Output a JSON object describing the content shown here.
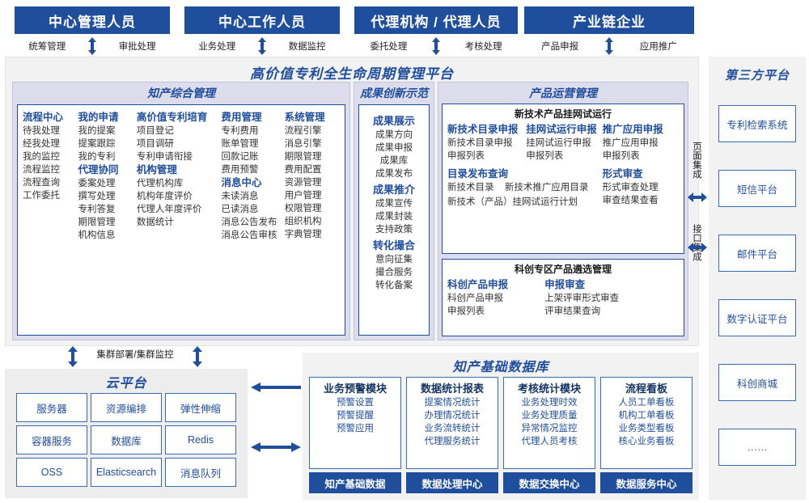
{
  "roles": [
    {
      "title": "中心管理人员",
      "left_action": "统筹管理",
      "right_action": "审批处理"
    },
    {
      "title": "中心工作人员",
      "left_action": "业务处理",
      "right_action": "数据监控"
    },
    {
      "title": "代理机构 / 代理人员",
      "left_action": "委托处理",
      "right_action": "考核处理"
    },
    {
      "title": "产业链企业",
      "left_action": "产品申报",
      "right_action": "应用推广"
    }
  ],
  "platform": {
    "title": "高价值专利全生命周期管理平台",
    "integration": {
      "page": "页面集成",
      "api": "接口集成"
    },
    "sections": {
      "comprehensive": {
        "title": "知产综合管理",
        "columns": [
          {
            "groups": [
              {
                "head": "流程中心",
                "items": [
                  "待我处理",
                  "经我处理",
                  "我的监控",
                  "流程监控",
                  "流程查询",
                  "工作委托"
                ]
              }
            ]
          },
          {
            "groups": [
              {
                "head": "我的申请",
                "items": [
                  "我的提案",
                  "提案跟踪",
                  "我的专利"
                ]
              },
              {
                "head": "代理协同",
                "items": [
                  "委案处理",
                  "撰写处理",
                  "专利答复",
                  "期限管理",
                  "机构信息"
                ]
              }
            ]
          },
          {
            "groups": [
              {
                "head": "高价值专利培育",
                "items": [
                  "项目登记",
                  "项目调研",
                  "专利申请衔接"
                ]
              },
              {
                "head": "机构管理",
                "items": [
                  "代理机构库",
                  "机构年度评价",
                  "代理人年度评价",
                  "数据统计"
                ]
              }
            ]
          },
          {
            "groups": [
              {
                "head": "费用管理",
                "items": [
                  "专利费用",
                  "账单管理",
                  "回款记账",
                  "费用预警"
                ]
              },
              {
                "head": "消息中心",
                "items": [
                  "未读消息",
                  "已读消息",
                  "消息公告发布",
                  "消息公告审核"
                ]
              }
            ]
          },
          {
            "groups": [
              {
                "head": "系统管理",
                "items": [
                  "流程引擎",
                  "消息引擎",
                  "期限管理",
                  "费用配置",
                  "资源管理",
                  "用户管理",
                  "权限管理",
                  "组织机构",
                  "字典管理"
                ]
              }
            ]
          }
        ]
      },
      "achievement": {
        "title": "成果创新示范",
        "groups": [
          {
            "head": "成果展示",
            "items": [
              "成果方向",
              "成果申报",
              "成果库",
              "成果发布"
            ]
          },
          {
            "head": "成果推介",
            "items": [
              "成果宣传",
              "成果封装",
              "支持政策"
            ]
          },
          {
            "head": "转化撮合",
            "items": [
              "意向征集",
              "撮合服务",
              "转化备案"
            ]
          }
        ]
      },
      "product": {
        "title": "产品运营管理",
        "box1": {
          "title": "新技术产品挂网试运行",
          "row1": [
            {
              "head": "新技术目录申报",
              "items": [
                "新技术目录申报",
                "申报列表"
              ]
            },
            {
              "head": "挂网试运行申报",
              "items": [
                "挂网试运行申报",
                "申报列表"
              ]
            },
            {
              "head": "推广应用申报",
              "items": [
                "推广应用申报",
                "申报列表"
              ]
            }
          ],
          "row2_left": {
            "head": "目录发布查询",
            "items": [
              "新技术目录",
              "新技术推广应用目录",
              "新技术（产品）挂网试运行计划"
            ]
          },
          "row2_right": {
            "head": "形式审查",
            "items": [
              "形式审查处理",
              "审查结果查看"
            ]
          }
        },
        "box2": {
          "title": "科创专区产品遴选管理",
          "groups": [
            {
              "head": "科创产品申报",
              "items": [
                "科创产品申报",
                "申报列表"
              ]
            },
            {
              "head": "申报审查",
              "items": [
                "上架评审形式审查",
                "评审结果查询"
              ]
            }
          ]
        }
      }
    }
  },
  "third_party": {
    "title": "第三方平台",
    "items": [
      "专利检索系统",
      "短信平台",
      "邮件平台",
      "数字认证平台",
      "科创商城",
      "……"
    ]
  },
  "cloud": {
    "cluster_label": "集群部署/集群监控",
    "title": "云平台",
    "cells": [
      "服务器",
      "资源编排",
      "弹性伸缩",
      "容器服务",
      "数据库",
      "Redis",
      "OSS",
      "Elasticsearch",
      "消息队列"
    ]
  },
  "knowledge_db": {
    "title": "知产基础数据库",
    "columns": [
      {
        "head": "业务预警模块",
        "items": [
          "预警设置",
          "预警提醒",
          "预警应用"
        ],
        "foot": "知产基础数据"
      },
      {
        "head": "数据统计报表",
        "items": [
          "提案情况统计",
          "办理情况统计",
          "业务流转统计",
          "代理服务统计"
        ],
        "foot": "数据处理中心"
      },
      {
        "head": "考核统计模块",
        "items": [
          "业务处理时效",
          "业务处理质量",
          "异常情况监控",
          "代理人员考核"
        ],
        "foot": "数据交换中心"
      },
      {
        "head": "流程看板",
        "items": [
          "人员工单看板",
          "机构工单看板",
          "业务类型看板",
          "核心业务看板"
        ],
        "foot": "数据服务中心"
      }
    ]
  },
  "colors": {
    "brand": "#1f4e9c",
    "band": "#dcdcec",
    "panel": "#f2f2f2"
  }
}
